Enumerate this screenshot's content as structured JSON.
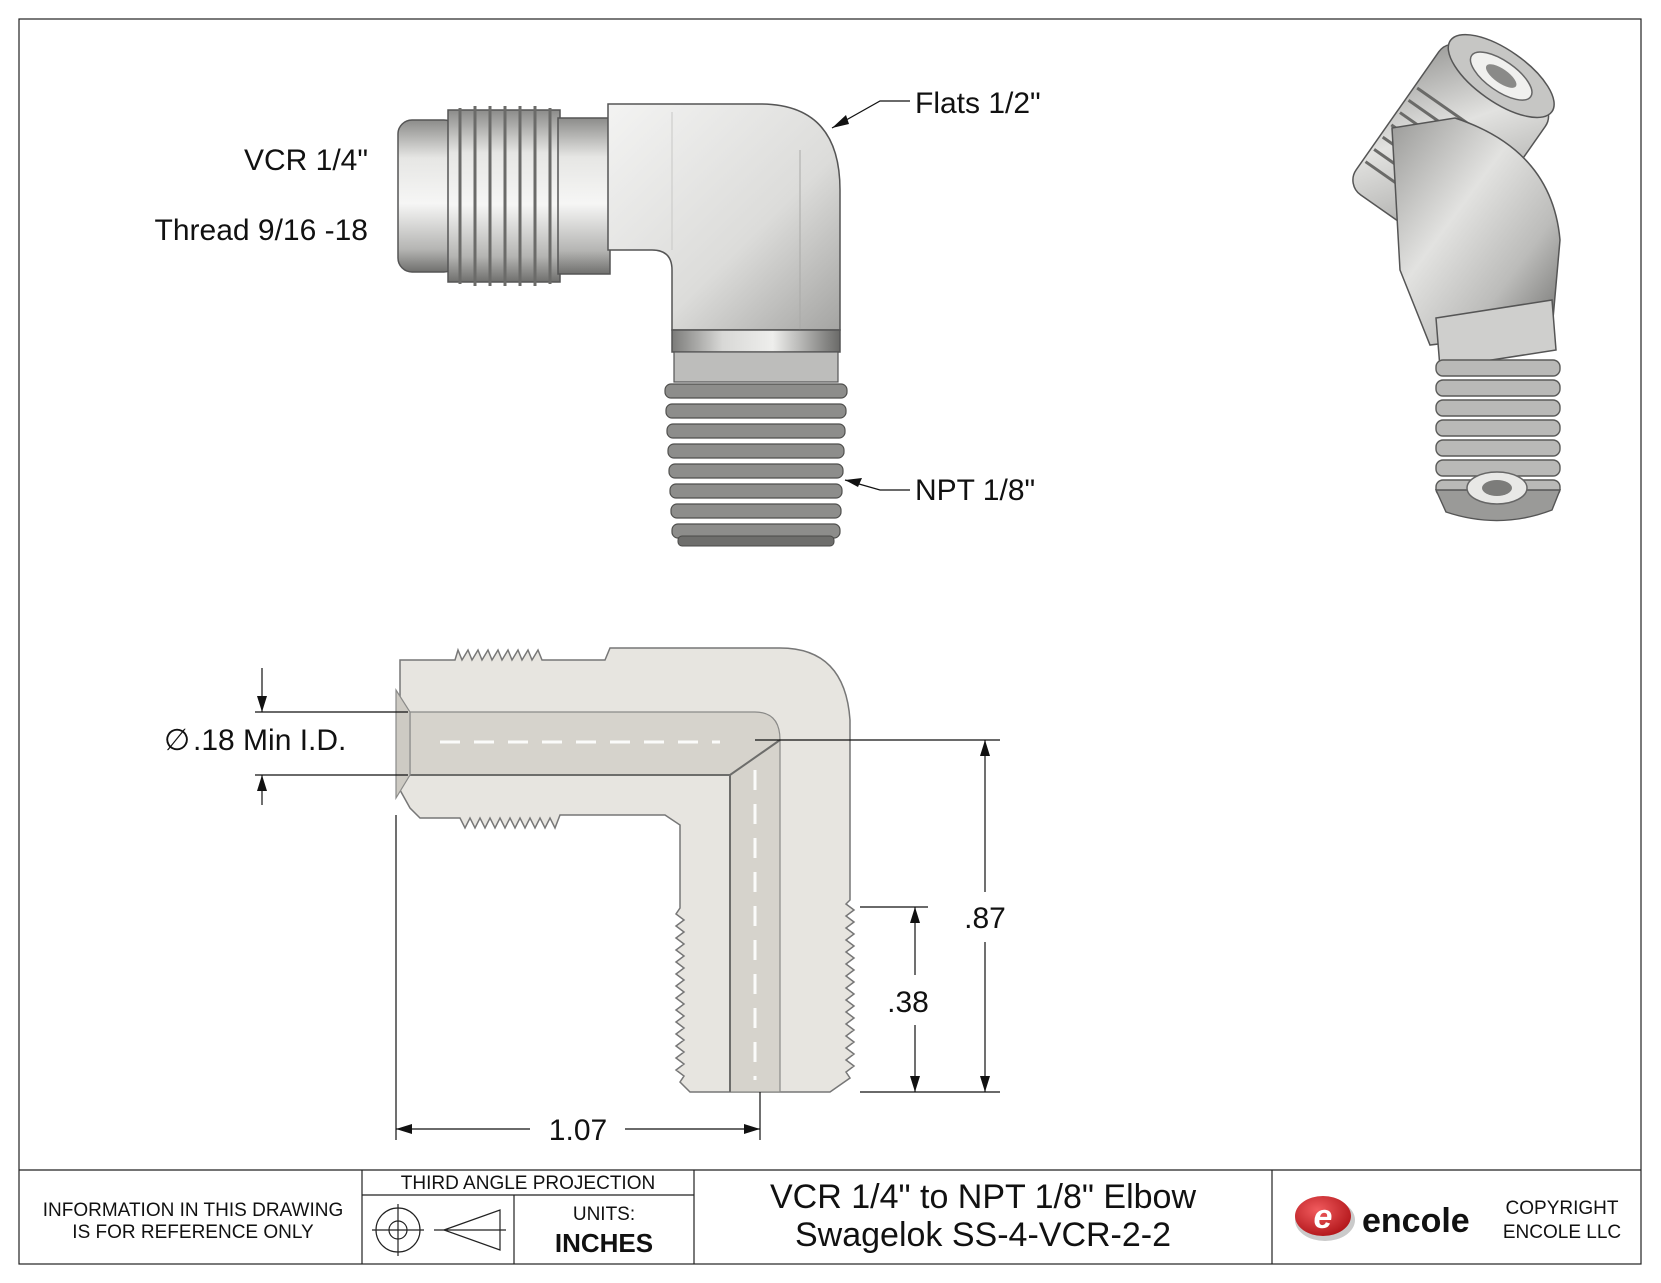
{
  "callouts": {
    "vcr": "VCR 1/4\"",
    "thread": "Thread 9/16 -18",
    "flats": "Flats 1/2\"",
    "npt": "NPT 1/8\""
  },
  "dimensions": {
    "min_id_symbol": "∅",
    "min_id": ".18 Min I.D.",
    "height_total": ".87",
    "height_thread": ".38",
    "width": "1.07"
  },
  "title_block": {
    "info_line1": "INFORMATION IN THIS DRAWING",
    "info_line2": "IS FOR REFERENCE ONLY",
    "projection": "THIRD ANGLE PROJECTION",
    "units_label": "UNITS:",
    "units_value": "INCHES",
    "title_line1": "VCR 1/4\" to NPT 1/8\" Elbow",
    "title_line2": "Swagelok SS-4-VCR-2-2",
    "logo_letter": "e",
    "brand": "encole",
    "copyright_line1": "COPYRIGHT",
    "copyright_line2": "ENCOLE  LLC"
  },
  "colors": {
    "metal_light": "#e4e4e2",
    "metal_mid": "#bdbdbb",
    "metal_dark": "#7a7a78",
    "section_fill": "#e9e7e2",
    "logo_red": "#d8262b"
  }
}
